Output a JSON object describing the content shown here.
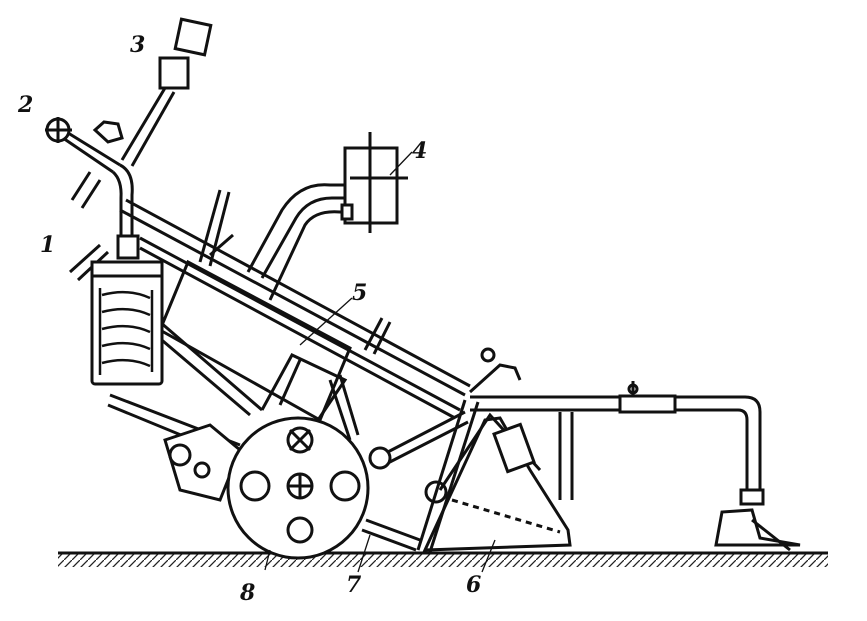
{
  "labels": {
    "l1": "1",
    "l2": "2",
    "l3": "3",
    "l4": "4",
    "l5": "5",
    "l6": "6",
    "l7": "7",
    "l8": "8"
  },
  "colors": {
    "ink": "#111111",
    "paper": "#ffffff",
    "hatch": "#222222"
  }
}
